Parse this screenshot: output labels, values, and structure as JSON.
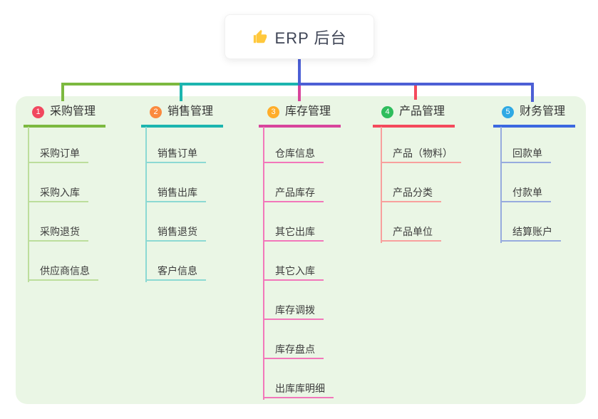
{
  "root": {
    "label": "ERP 后台",
    "icon": "thumbs-up-icon"
  },
  "colors": {
    "page_background": "#FFFFFF",
    "panel_background": "#EAF6E5",
    "root_connector": "#4C5FD5",
    "header_text": "#333333",
    "child_text": "#3C3C3C"
  },
  "branches": [
    {
      "number": "1",
      "label": "采购管理",
      "badge_color": "#F1485F",
      "line_color": "#7CB93F",
      "child_line_color": "#BCDE9C",
      "children": [
        "采购订单",
        "采购入库",
        "采购退货",
        "供应商信息"
      ]
    },
    {
      "number": "2",
      "label": "销售管理",
      "badge_color": "#FB8A3E",
      "line_color": "#1CB5AF",
      "child_line_color": "#8CD9D3",
      "children": [
        "销售订单",
        "销售出库",
        "销售退货",
        "客户信息"
      ]
    },
    {
      "number": "3",
      "label": "库存管理",
      "badge_color": "#FFAD29",
      "line_color": "#D8459C",
      "child_line_color": "#F277BA",
      "children": [
        "仓库信息",
        "产品库存",
        "其它出库",
        "其它入库",
        "库存调拨",
        "库存盘点",
        "出库库明细"
      ]
    },
    {
      "number": "4",
      "label": "产品管理",
      "badge_color": "#2EBD5C",
      "line_color": "#F44A5C",
      "child_line_color": "#F8A09D",
      "children": [
        "产品（物料）",
        "产品分类",
        "产品单位"
      ]
    },
    {
      "number": "5",
      "label": "财务管理",
      "badge_color": "#2FA9E4",
      "line_color": "#3C68E0",
      "child_line_color": "#97ABDE",
      "children": [
        "回款单",
        "付款单",
        "结算账户"
      ]
    }
  ]
}
